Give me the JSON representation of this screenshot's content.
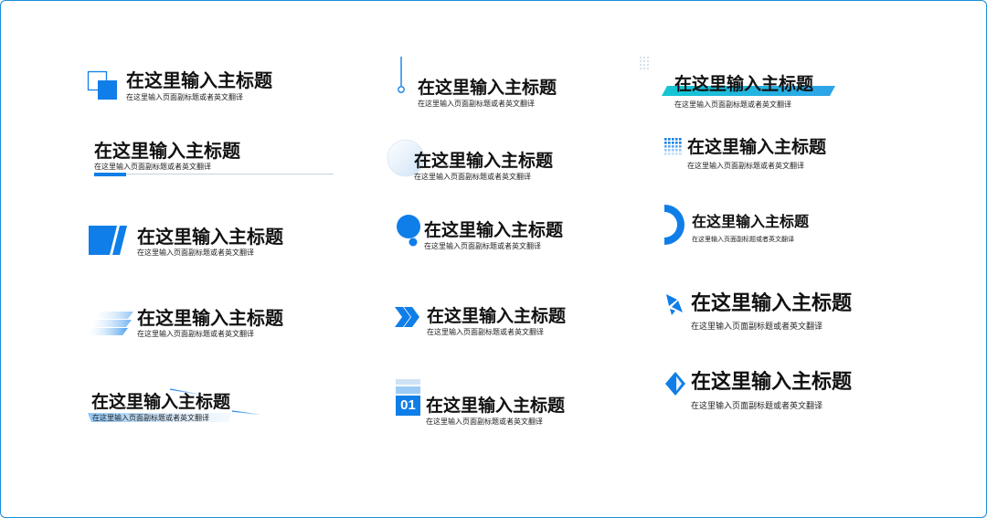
{
  "colors": {
    "accent": "#0f7ee8",
    "accent_light": "#8fc6f5",
    "accent_pale": "#dcecfb",
    "cyan": "#14c7d4",
    "text": "#111111"
  },
  "blocks": [
    {
      "id": 1,
      "title": "在这里输入主标题",
      "subtitle": "在这里输入页面副标题或者英文翻译",
      "icon": "overlapping-squares-icon"
    },
    {
      "id": 2,
      "title": "在这里输入主标题",
      "subtitle": "在这里输入页面副标题或者英文翻译",
      "icon": "vertical-line-dot-icon"
    },
    {
      "id": 3,
      "title": "在这里输入主标题",
      "subtitle": "在这里输入页面副标题或者英文翻译",
      "icon": "cyan-parallelogram-highlight-icon"
    },
    {
      "id": 4,
      "title": "在这里输入主标题",
      "subtitle": "在这里输入页面副标题或者英文翻译",
      "icon": "underline-bar-icon"
    },
    {
      "id": 5,
      "title": "在这里输入主标题",
      "subtitle": "在这里输入页面副标题或者英文翻译",
      "icon": "pale-circle-icon"
    },
    {
      "id": 6,
      "title": "在这里输入主标题",
      "subtitle": "在这里输入页面副标题或者英文翻译",
      "icon": "dot-grid-icon"
    },
    {
      "id": 7,
      "title": "在这里输入主标题",
      "subtitle": "在这里输入页面副标题或者英文翻译",
      "icon": "slanted-blocks-icon"
    },
    {
      "id": 8,
      "title": "在这里输入主标题",
      "subtitle": "在这里输入页面副标题或者英文翻译",
      "icon": "speech-dots-icon"
    },
    {
      "id": 9,
      "title": "在这里输入主标题",
      "subtitle": "在这里输入页面副标题或者英文翻译",
      "icon": "half-ring-icon"
    },
    {
      "id": 10,
      "title": "在这里输入主标题",
      "subtitle": "在这里输入页面副标题或者英文翻译",
      "icon": "stacked-planes-icon"
    },
    {
      "id": 11,
      "title": "在这里输入主标题",
      "subtitle": "在这里输入页面副标题或者英文翻译",
      "icon": "double-chevron-icon"
    },
    {
      "id": 12,
      "title": "在这里输入主标题",
      "subtitle": "在这里输入页面副标题或者英文翻译",
      "icon": "triangles-icon"
    },
    {
      "id": 13,
      "title": "在这里输入主标题",
      "subtitle": "在这里输入页面副标题或者英文翻译",
      "icon": "swoosh-lines-icon"
    },
    {
      "id": 14,
      "title": "在这里输入主标题",
      "subtitle": "在这里输入页面副标题或者英文翻译",
      "icon": "number-badge-icon",
      "badge": "01"
    },
    {
      "id": 15,
      "title": "在这里输入主标题",
      "subtitle": "在这里输入页面副标题或者英文翻译",
      "icon": "diamond-icon"
    }
  ]
}
